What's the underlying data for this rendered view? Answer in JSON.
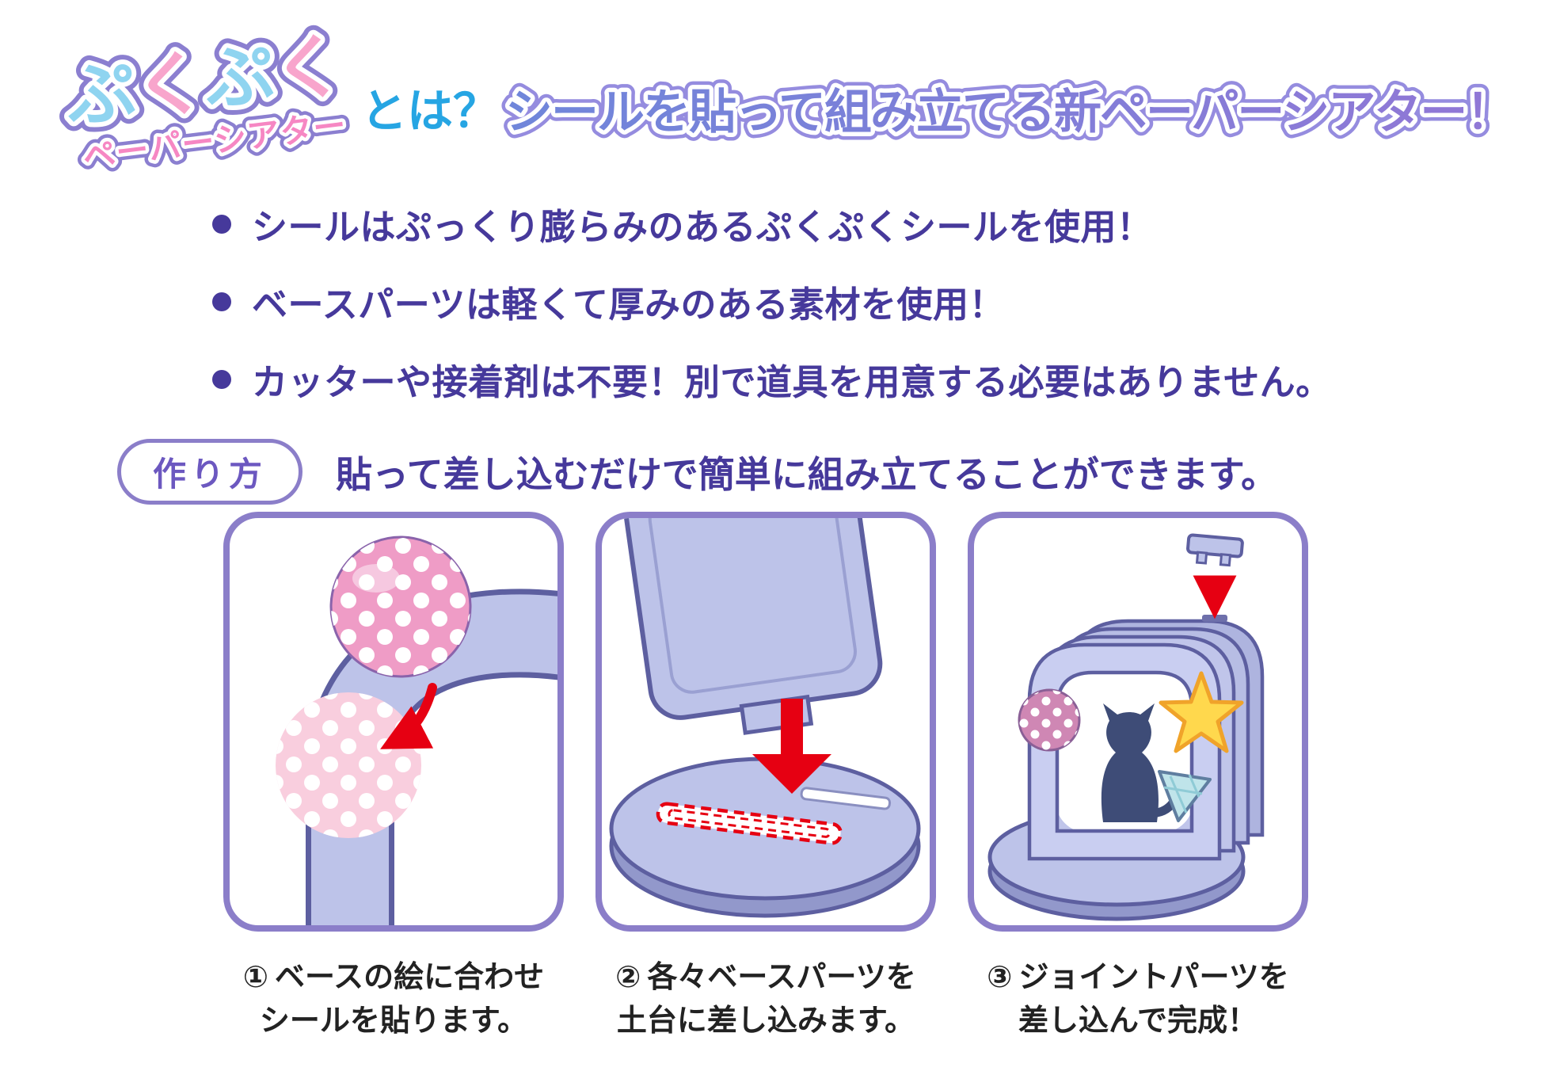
{
  "logo": {
    "line1": "ぷくぷく",
    "chars": [
      "ぷ",
      "く",
      "ぷ",
      "く"
    ],
    "line2": "ペーパーシアター"
  },
  "header": {
    "prefix": "とは？",
    "title": "シールを貼って組み立てる新ペーパーシアター！"
  },
  "features": [
    "シールはぷっくり膨らみのあるぷくぷくシールを使用！",
    "ベースパーツは軽くて厚みのある素材を使用！",
    "カッターや接着剤は不要！別で道具を用意する必要はありません。"
  ],
  "howto": {
    "badge": "作り方",
    "lead": "貼って差し込むだけで簡単に組み立てることができます。"
  },
  "steps": [
    {
      "number": "①",
      "line1": "ベースの絵に合わせ",
      "line2": "シールを貼ります。"
    },
    {
      "number": "②",
      "line1": "各々ベースパーツを",
      "line2": "土台に差し込みます。"
    },
    {
      "number": "③",
      "line1": "ジョイントパーツを",
      "line2": "差し込んで完成！"
    }
  ],
  "colors": {
    "text_main": "#46399b",
    "accent_blue": "#26a5e3",
    "title_gradient_start": "#6f86da",
    "title_gradient_end": "#9177d6",
    "logo_blue": "#8fd4f0",
    "logo_pink": "#f8a5cc",
    "logo_line2_pink": "#f687c3",
    "outline_purple": "#8b7fd0",
    "panel_border": "#8b7ec9",
    "illustration_light": "#bdc3e9",
    "illustration_shade": "#9298cb",
    "illustration_outline": "#5d5fa0",
    "arrow_red": "#e60012",
    "sticker_pink": "#ef9cc6",
    "target_pink": "#f9cede",
    "star_yellow": "#ffd84d",
    "cat_navy": "#3e4c77",
    "cone_teal": "#bfe4ea"
  }
}
